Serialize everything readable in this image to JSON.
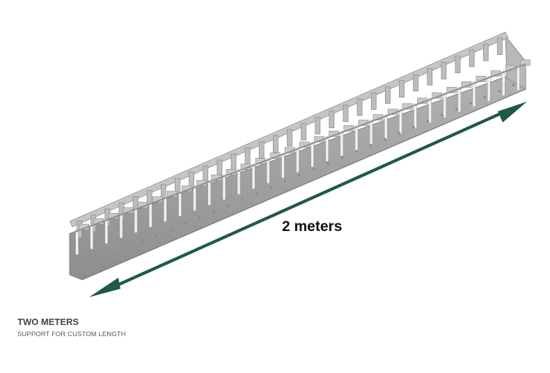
{
  "product": {
    "name": "slotted-wiring-duct",
    "body_color": "#a3a3a3",
    "arrow_color": "#1e5a4c"
  },
  "dimension": {
    "label": "2 meters"
  },
  "caption": {
    "title": "TWO METERS",
    "subtitle": "SUPPORT FOR CUSTOM LENGTH"
  }
}
